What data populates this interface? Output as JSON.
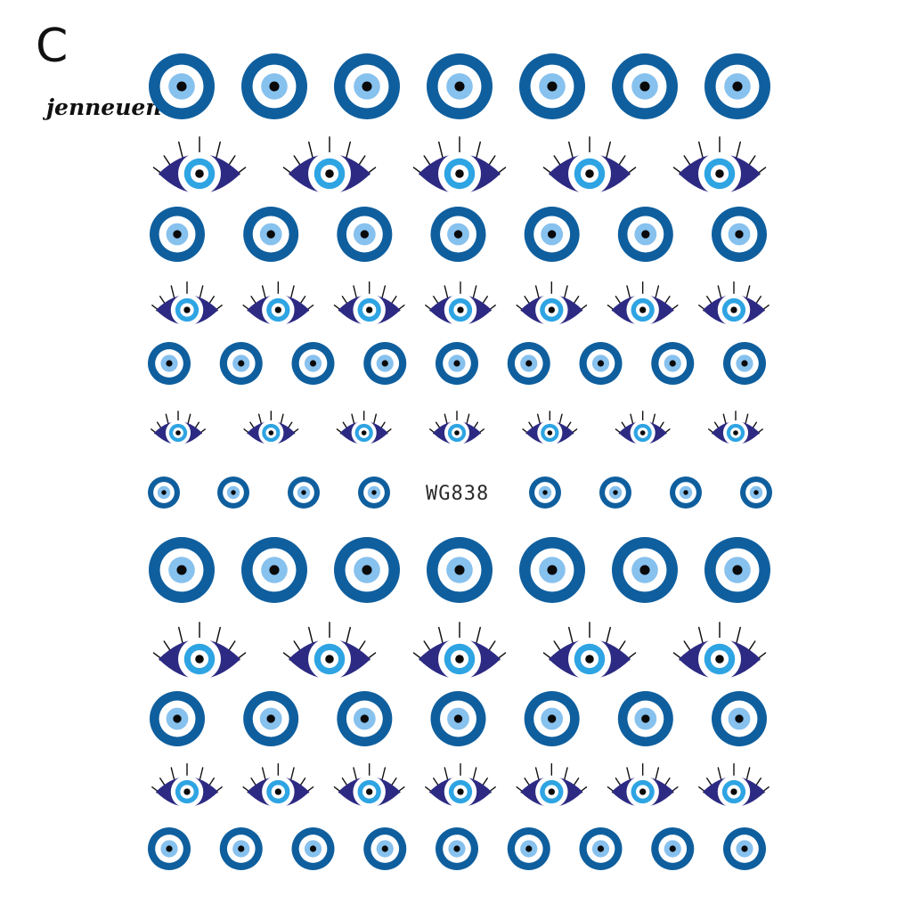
{
  "variant_label": "C",
  "brand": "jenneuen",
  "product_code": "WG838",
  "palette": {
    "ring": "#0f5f9e",
    "iris": "#87c1ee",
    "white": "#ffffff",
    "pupil": "#0a0a0a",
    "almond": "#2c2a82",
    "eye_iris": "#2ea4e3",
    "lash": "#111111"
  }
}
